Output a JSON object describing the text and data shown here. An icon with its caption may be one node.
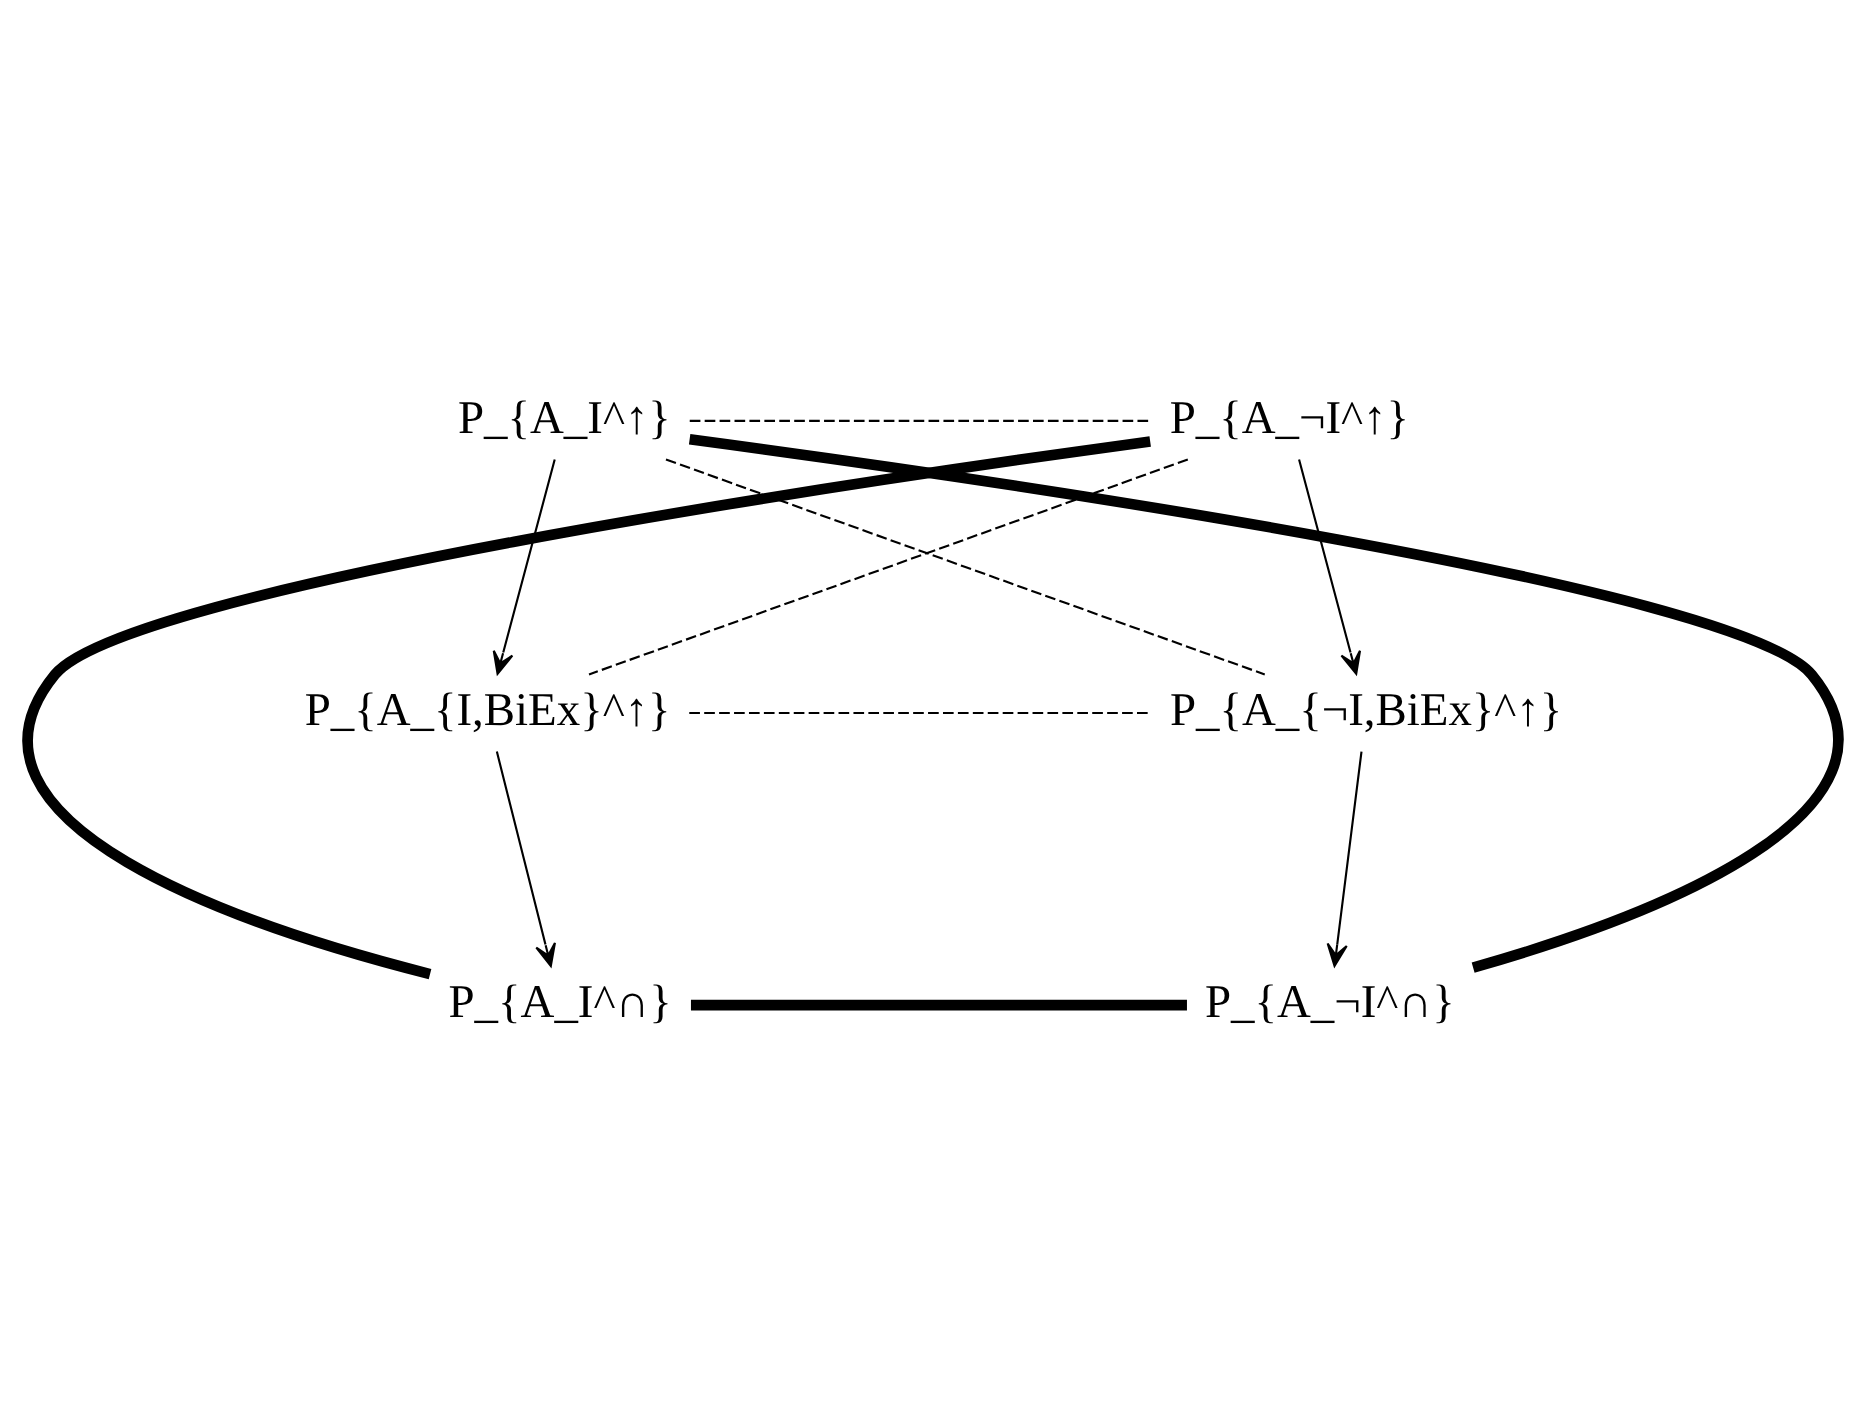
{
  "diagram": {
    "nodes": [
      {
        "text": [
          "P_{A_I^↑}"
        ]
      },
      {
        "text": [
          "P_{A_¬I^↑}"
        ]
      },
      {
        "text": [
          "P_{A_{I,BiEx}^↑}"
        ]
      },
      {
        "text": [
          "P_{A_{¬I,BiEx}^↑}"
        ]
      },
      {
        "text": [
          "P_{A_I^∩}"
        ]
      },
      {
        "text": [
          "P_{A_¬I^∩}"
        ]
      }
    ],
    "edges": [
      {
        "from": 0,
        "to": 1,
        "arrow": "none",
        "style": "dashed"
      },
      {
        "from": 0,
        "to": 3,
        "arrow": "none",
        "style": "dashed"
      },
      {
        "from": 1,
        "to": 2,
        "arrow": "none",
        "style": "dashed"
      },
      {
        "from": 2,
        "to": 3,
        "arrow": "none",
        "style": "dashed"
      },
      {
        "from": 0,
        "to": 5,
        "arrow": "none",
        "style": "thick"
      },
      {
        "from": 1,
        "to": 4,
        "arrow": "none",
        "style": "thick"
      },
      {
        "from": 4,
        "to": 5,
        "arrow": "none",
        "style": "thick"
      },
      {
        "from": 0,
        "to": 2,
        "arrow": "to"
      },
      {
        "from": 2,
        "to": 4,
        "arrow": "to"
      },
      {
        "from": 1,
        "to": 3,
        "arrow": "to"
      },
      {
        "from": 3,
        "to": 5,
        "arrow": "to"
      }
    ]
  }
}
